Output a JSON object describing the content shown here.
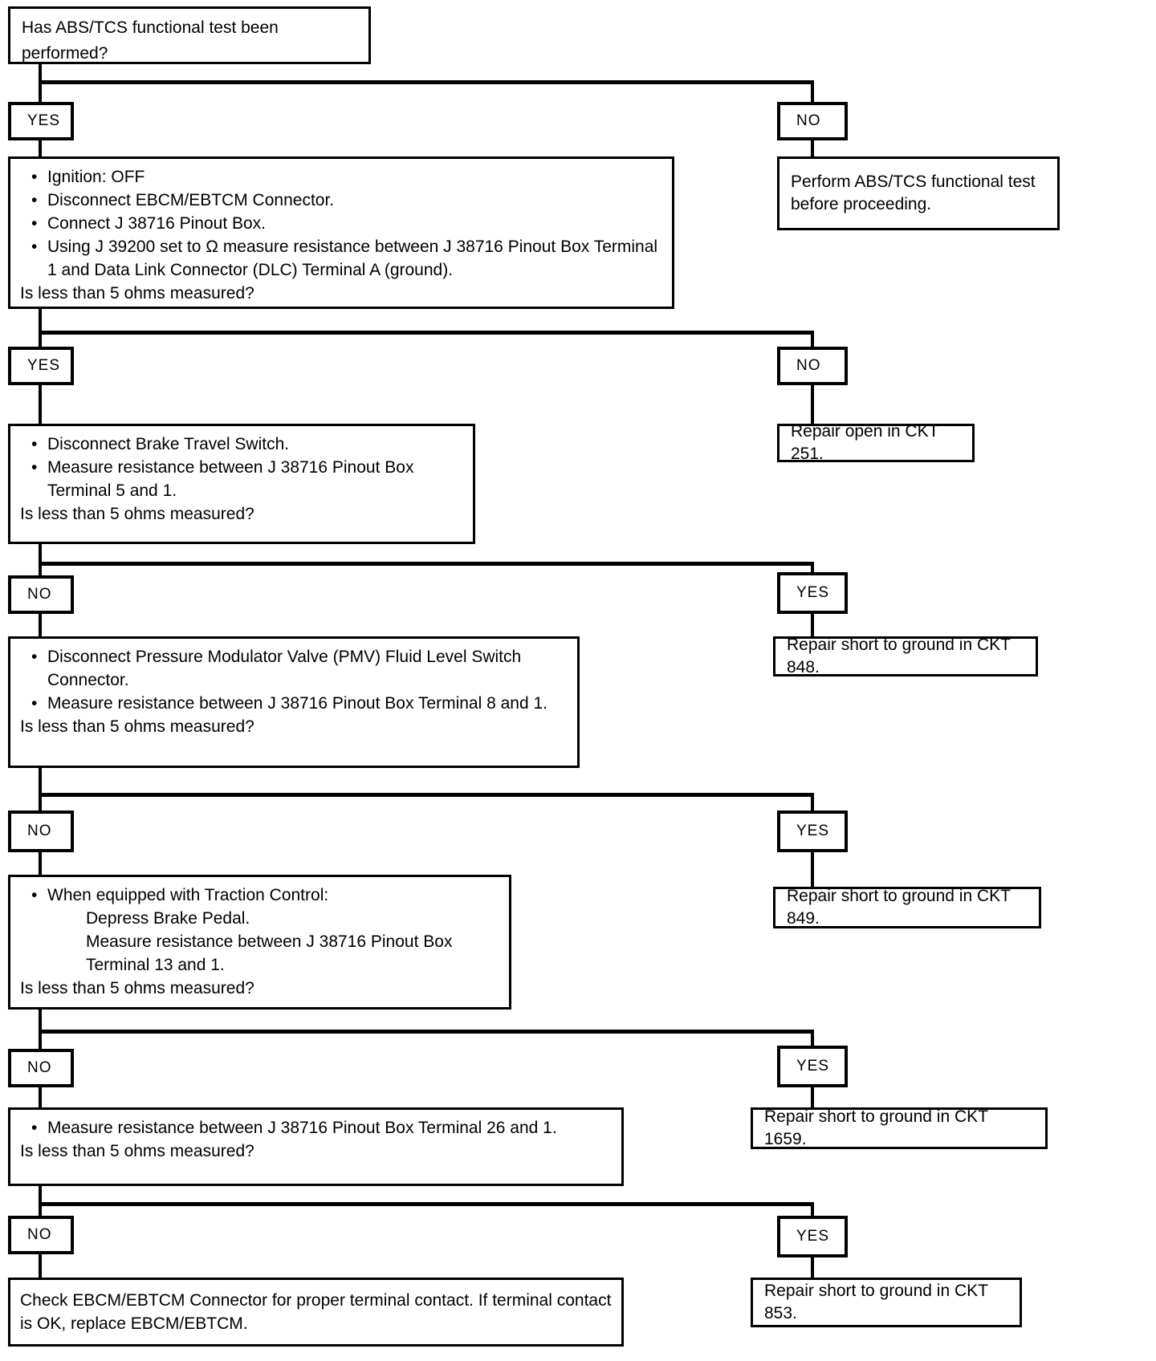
{
  "root": {
    "question": "Has ABS/TCS functional test been performed?"
  },
  "levels": [
    {
      "left_label": "YES",
      "right_label": "NO",
      "right_result": "Perform ABS/TCS functional test before proceeding.",
      "steps": [
        {
          "style": "bullet",
          "text": "Ignition:  OFF"
        },
        {
          "style": "bullet",
          "text": "Disconnect EBCM/EBTCM Connector."
        },
        {
          "style": "bullet",
          "text": "Connect J 38716 Pinout Box."
        },
        {
          "style": "bullet",
          "text": "Using J 39200 set to Ω measure resistance between J 38716 Pinout Box Terminal 1 and Data Link Connector (DLC) Terminal A (ground)."
        },
        {
          "style": "plain",
          "text": "Is less than 5 ohms measured?"
        }
      ]
    },
    {
      "left_label": "YES",
      "right_label": "NO",
      "right_result": "Repair open in CKT 251.",
      "steps": [
        {
          "style": "bullet",
          "text": "Disconnect Brake Travel Switch."
        },
        {
          "style": "bullet",
          "text": "Measure resistance between J 38716 Pinout Box Terminal 5 and 1."
        },
        {
          "style": "plain",
          "text": "Is less than 5 ohms measured?"
        }
      ]
    },
    {
      "left_label": "NO",
      "right_label": "YES",
      "right_result": "Repair short to ground in CKT 848.",
      "steps": [
        {
          "style": "bullet",
          "text": "Disconnect Pressure Modulator Valve (PMV) Fluid Level Switch Connector."
        },
        {
          "style": "bullet",
          "text": "Measure resistance between J 38716 Pinout Box Terminal 8 and 1."
        },
        {
          "style": "plain",
          "text": "Is less than 5 ohms measured?"
        }
      ]
    },
    {
      "left_label": "NO",
      "right_label": "YES",
      "right_result": "Repair short to ground in CKT 849.",
      "steps": [
        {
          "style": "bullet",
          "text": "When equipped with Traction Control:"
        },
        {
          "style": "indent",
          "text": "Depress Brake Pedal."
        },
        {
          "style": "indent",
          "text": "Measure resistance between J 38716 Pinout Box Terminal 13 and 1."
        },
        {
          "style": "plain",
          "text": "Is less than 5 ohms measured?"
        }
      ]
    },
    {
      "left_label": "NO",
      "right_label": "YES",
      "right_result": "Repair short to ground in CKT 1659.",
      "steps": [
        {
          "style": "bullet",
          "text": "Measure resistance between J 38716 Pinout Box Terminal 26 and 1."
        },
        {
          "style": "plain",
          "text": "Is less than 5 ohms measured?"
        }
      ]
    },
    {
      "left_label": "NO",
      "right_label": "YES",
      "right_result": "Repair short to ground in CKT 853.",
      "steps": [
        {
          "style": "plain",
          "text": "Check EBCM/EBTCM Connector for proper terminal contact. If terminal contact is OK, replace EBCM/EBTCM."
        }
      ]
    }
  ]
}
